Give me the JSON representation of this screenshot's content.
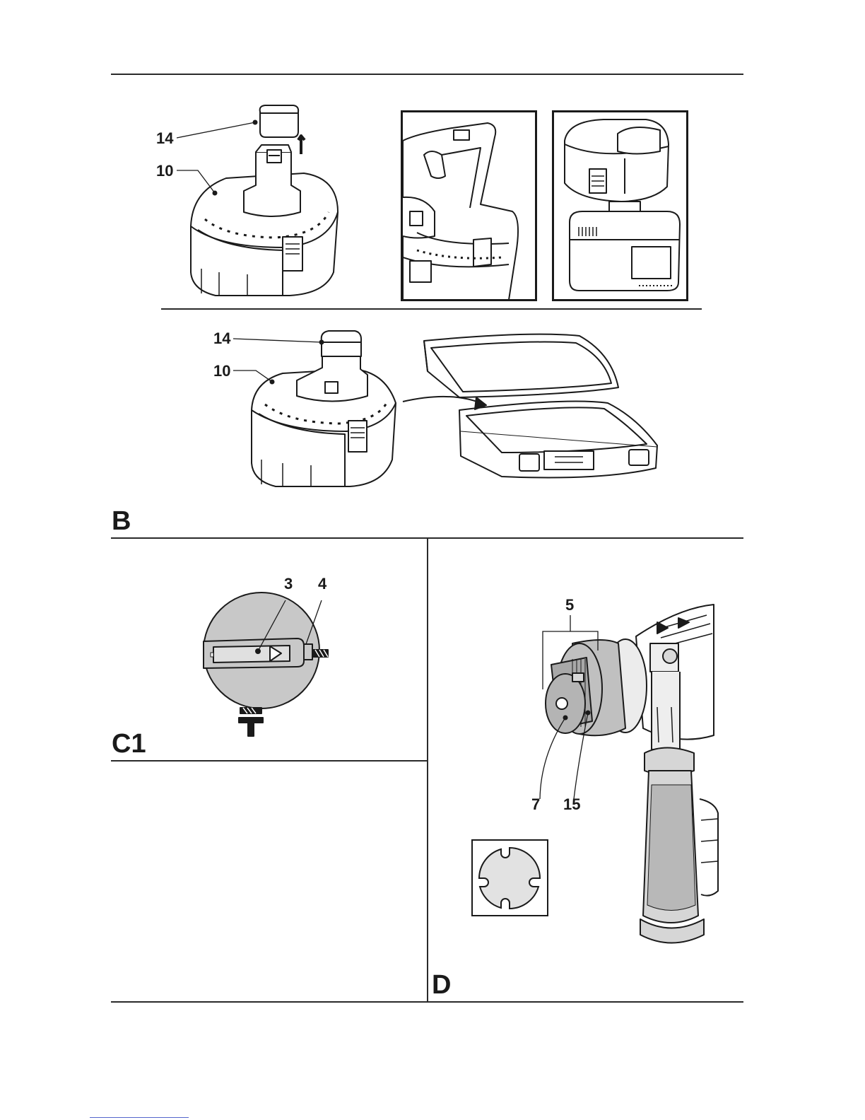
{
  "figures": {
    "b": {
      "label": "B",
      "callouts": {
        "cap_top": "14",
        "battery_top": "10",
        "cap_bottom": "14",
        "battery_bottom": "10"
      }
    },
    "c1": {
      "label": "C1",
      "callouts": {
        "selector": "3",
        "button": "4"
      }
    },
    "d": {
      "label": "D",
      "callouts": {
        "chuck": "5",
        "tip": "7",
        "sleeve": "15"
      }
    }
  }
}
